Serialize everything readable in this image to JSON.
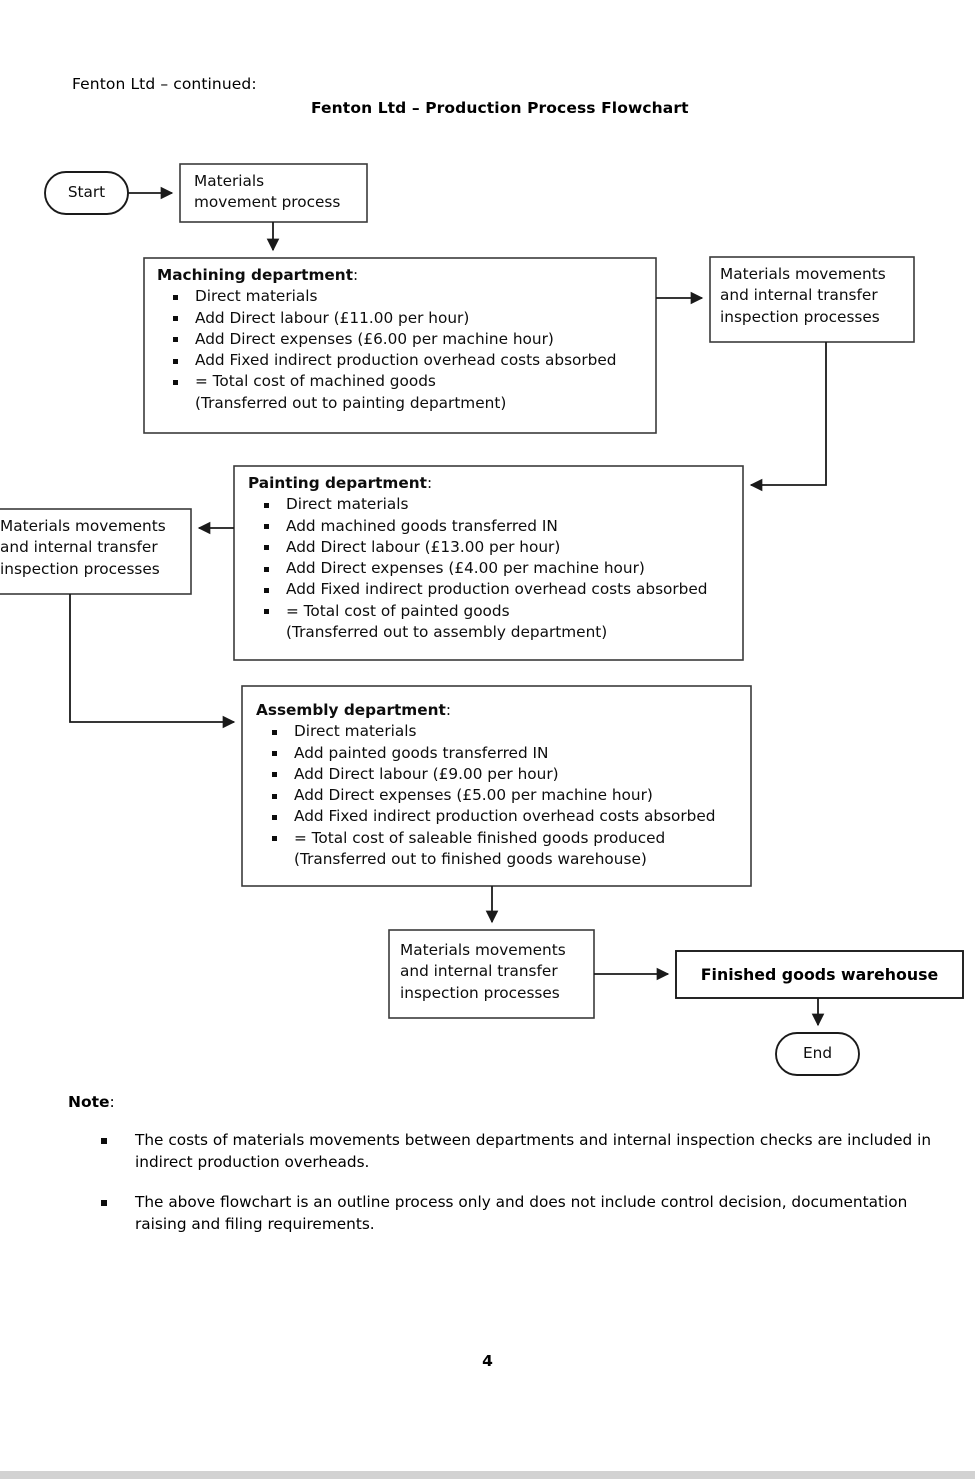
{
  "header": {
    "continued_line": "Fenton Ltd – continued:",
    "chart_title": "Fenton Ltd – Production Process Flowchart"
  },
  "flowchart": {
    "start_node": {
      "label": "Start"
    },
    "end_node": {
      "label": "End"
    },
    "materials_movement": {
      "line1": "Materials",
      "line2": "movement process"
    },
    "machining": {
      "heading": "Machining department",
      "heading_colon": ":",
      "items": [
        "Direct materials",
        "Add Direct labour (£11.00 per hour)",
        "Add Direct expenses (£6.00 per machine hour)",
        "Add Fixed indirect production overhead costs absorbed",
        "= Total cost of machined goods"
      ],
      "footnote": "(Transferred out to painting department)"
    },
    "painting": {
      "heading": "Painting department",
      "heading_colon": ":",
      "items": [
        "Direct materials",
        "Add machined goods transferred IN",
        "Add Direct labour (£13.00 per hour)",
        "Add Direct expenses (£4.00 per machine hour)",
        "Add Fixed indirect production overhead costs absorbed",
        "= Total cost of painted goods"
      ],
      "footnote": "(Transferred out to assembly department)"
    },
    "assembly": {
      "heading": "Assembly department",
      "heading_colon": ":",
      "items": [
        "Direct materials",
        "Add painted goods transferred IN",
        "Add Direct labour (£9.00 per hour)",
        "Add Direct expenses (£5.00 per machine hour)",
        "Add Fixed indirect production overhead costs absorbed",
        "= Total cost of saleable finished goods produced"
      ],
      "footnote": "(Transferred out to finished goods warehouse)"
    },
    "inspection_right": {
      "line1": "Materials movements",
      "line2": "and internal transfer",
      "line3": "inspection processes"
    },
    "inspection_left": {
      "line1": "Materials movements",
      "line2": "and internal transfer",
      "line3": "inspection processes"
    },
    "inspection_bottom": {
      "line1": "Materials movements",
      "line2": "and internal transfer",
      "line3": "inspection processes"
    },
    "warehouse": {
      "label": "Finished goods warehouse"
    }
  },
  "notes": {
    "heading": "Note",
    "heading_colon": ":",
    "items": [
      "The costs of materials movements between departments and internal inspection checks are included in indirect production overheads.",
      "The above flowchart is an outline process only and does not include control decision, documentation raising and filing requirements."
    ]
  },
  "footer": {
    "page_number": "4"
  },
  "colors": {
    "page_background": "#ffffff",
    "text": "#0d0d0d",
    "box_stroke": "#3b3b3b",
    "connector_stroke": "#1a1a1a",
    "viewer_edge": "#d2d2d2"
  }
}
